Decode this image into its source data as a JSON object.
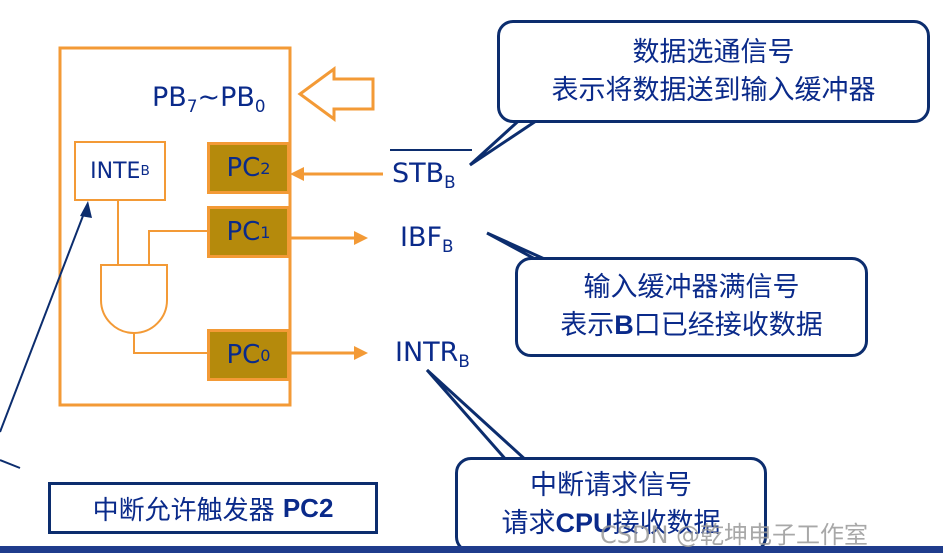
{
  "ports": {
    "pb": "PB",
    "pb_hi": "7",
    "tilde": "~",
    "pb_lo": "0",
    "pc": "PC",
    "pc2": "2",
    "pc1": "1",
    "pc0": "0"
  },
  "inte": {
    "base": "INTE",
    "sub": "B"
  },
  "signals": {
    "stb": "STB",
    "stb_sub": "B",
    "ibf": "IBF",
    "ibf_sub": "B",
    "intr": "INTR",
    "intr_sub": "B"
  },
  "callouts": {
    "strobe_line1": "数据选通信号",
    "strobe_line2": "表示将数据送到输入缓冲器",
    "ibf_line1": "输入缓冲器满信号",
    "ibf_line2_pre": "表示",
    "ibf_line2_bold": "B",
    "ibf_line2_post": "口已经接收数据",
    "intr_line1": "中断请求信号",
    "intr_line2_pre": "请求",
    "intr_line2_bold": "CPU",
    "intr_line2_post": "接收数据"
  },
  "note": {
    "text": "中断允许触发器",
    "bold": "PC2"
  },
  "watermark": "CSDN @乾坤电子工作室",
  "colors": {
    "orange": "#f39a36",
    "navy": "#0c2d6e",
    "pc_fill": "#b58a0c",
    "text": "#0a2a8a"
  }
}
